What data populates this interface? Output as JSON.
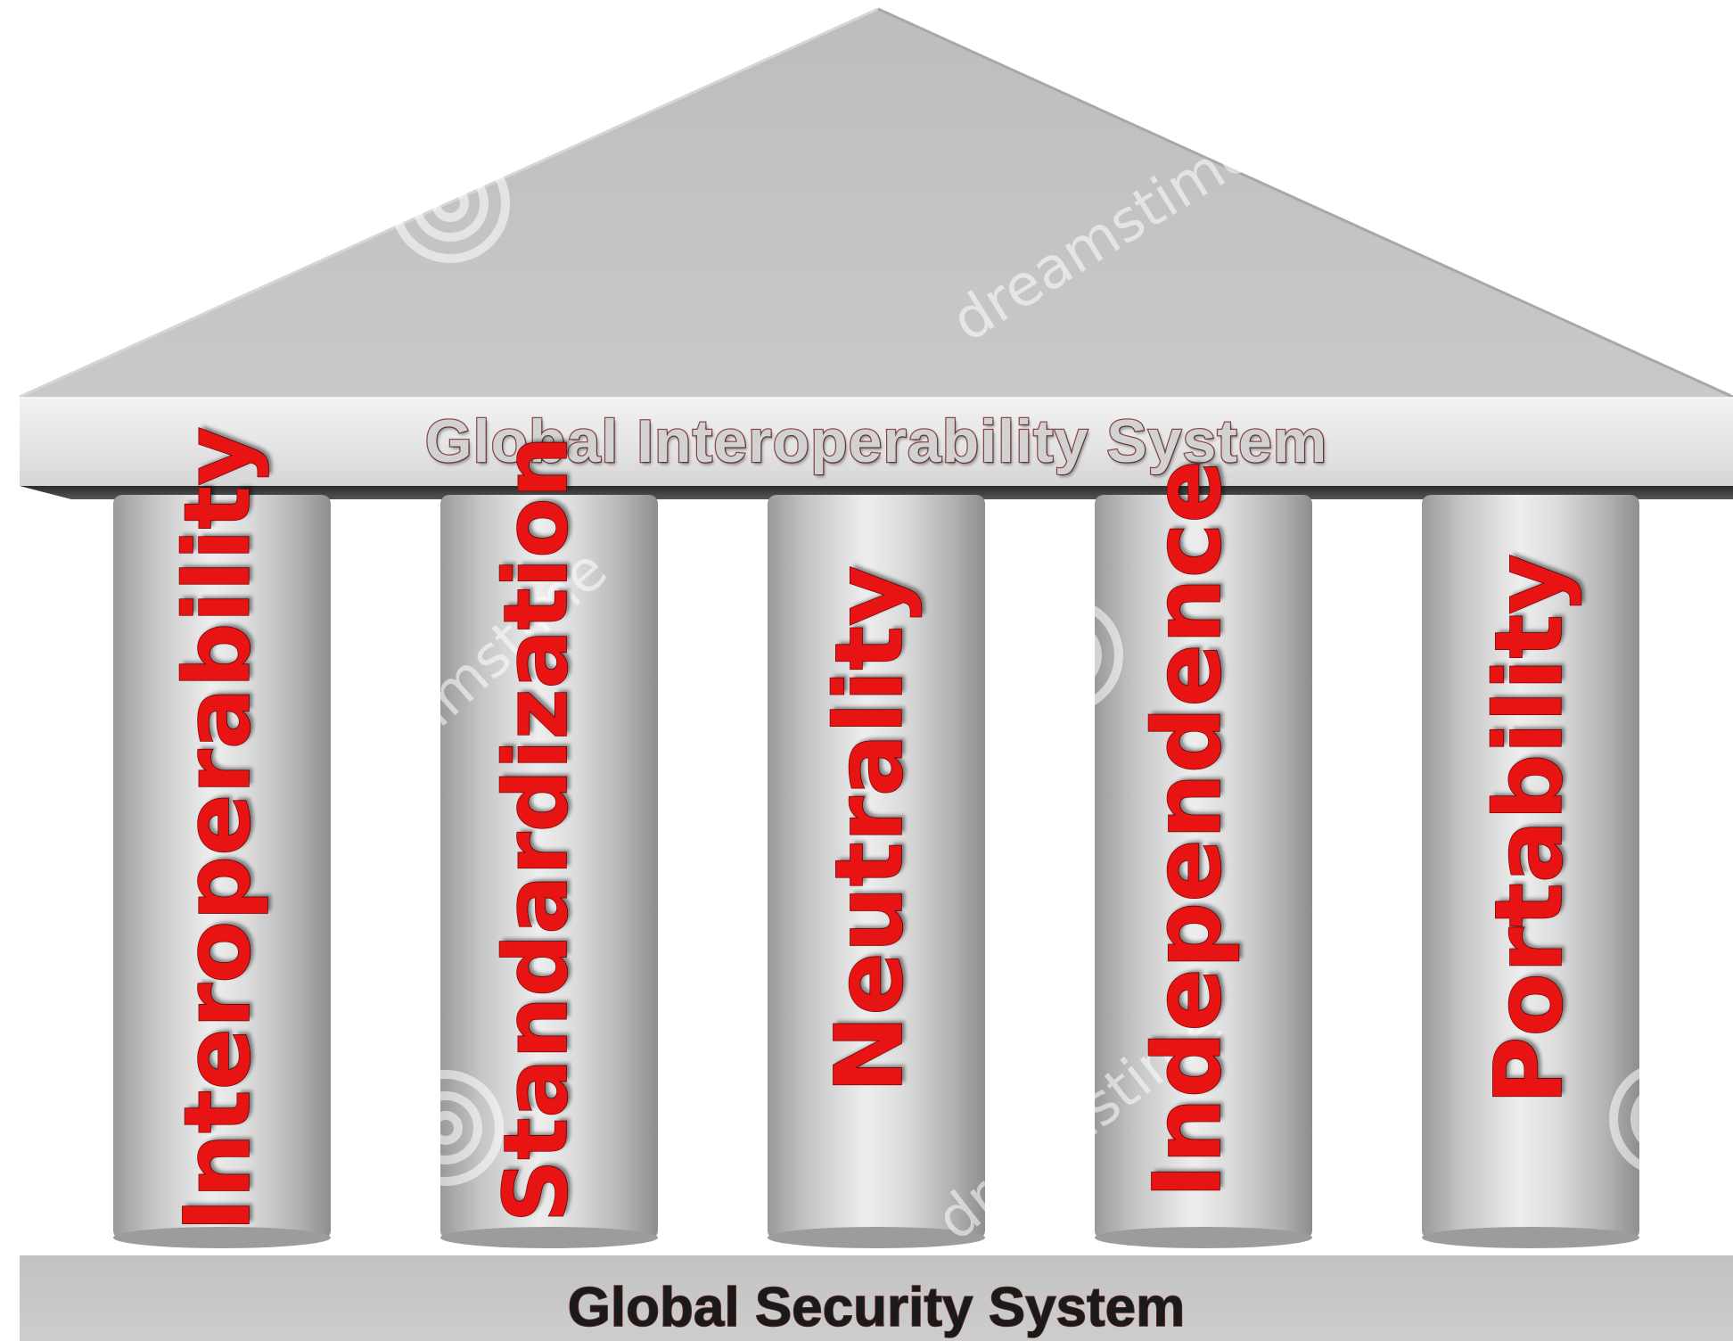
{
  "diagram": {
    "roof_label": "Global Interoperability System",
    "foundation_label": "Global Security System",
    "pillars": [
      {
        "label": "Interoperability"
      },
      {
        "label": "Standardization"
      },
      {
        "label": "Neutrality"
      },
      {
        "label": "Independence"
      },
      {
        "label": "Portability"
      }
    ],
    "watermark": "dreamstime"
  },
  "colors": {
    "pillar_text": "#e81414",
    "roof_text": "#d2d2d2",
    "foundation_text": "#1a1a1a",
    "stone_gray": "#c8c8c8"
  }
}
